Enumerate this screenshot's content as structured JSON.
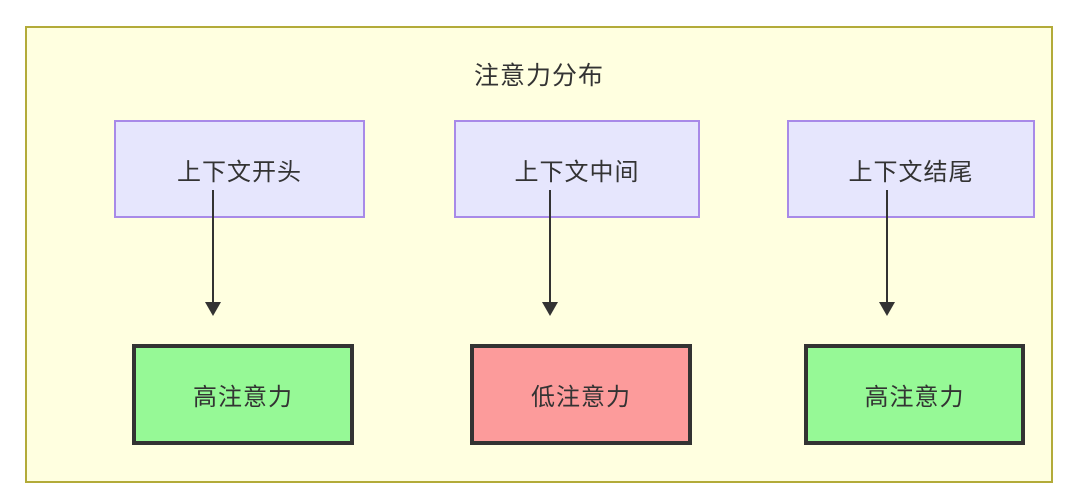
{
  "diagram": {
    "title": "注意力分布",
    "frame": {
      "background_color": "#ffffe0",
      "border_color": "#b3ab39"
    },
    "source_nodes": [
      {
        "label": "上下文开头",
        "fill": "#e6e6fd",
        "border": "#a88ae8"
      },
      {
        "label": "上下文中间",
        "fill": "#e6e6fd",
        "border": "#a88ae8"
      },
      {
        "label": "上下文结尾",
        "fill": "#e6e6fd",
        "border": "#a88ae8"
      }
    ],
    "target_nodes": [
      {
        "label": "高注意力",
        "fill": "#96f996",
        "border": "#333333",
        "level": "high"
      },
      {
        "label": "低注意力",
        "fill": "#fc9b9b",
        "border": "#333333",
        "level": "low"
      },
      {
        "label": "高注意力",
        "fill": "#96f996",
        "border": "#333333",
        "level": "high"
      }
    ],
    "edges": [
      {
        "from": "上下文开头",
        "to": "高注意力",
        "arrow": "down-arrow-icon"
      },
      {
        "from": "上下文中间",
        "to": "低注意力",
        "arrow": "down-arrow-icon"
      },
      {
        "from": "上下文结尾",
        "to": "高注意力",
        "arrow": "down-arrow-icon"
      }
    ]
  }
}
